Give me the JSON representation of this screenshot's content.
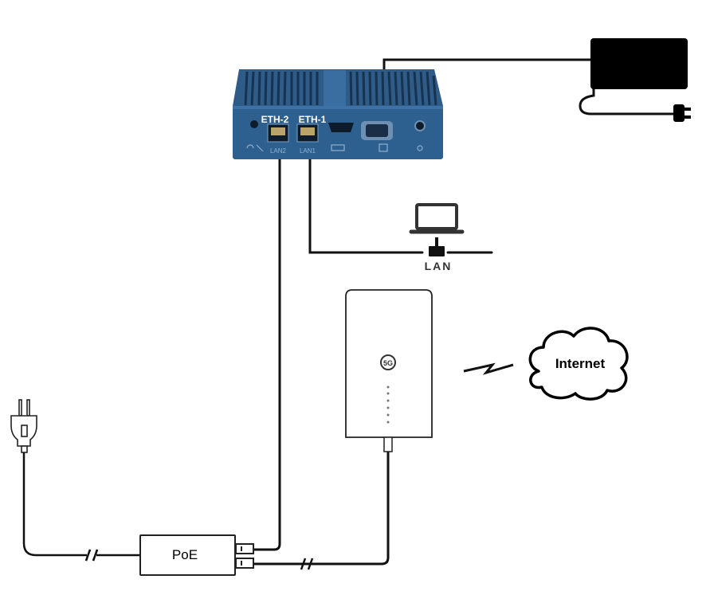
{
  "device": {
    "port_eth2": "ETH-2",
    "port_eth1": "ETH-1",
    "port_lan2_print": "LAN2",
    "port_lan1_print": "LAN1",
    "body_color": "#2d5f8f",
    "fin_color": "#1c3d5e"
  },
  "laptop": {
    "label": "LAN"
  },
  "router": {
    "badge": "5G",
    "indicator_dots": 6
  },
  "cloud": {
    "label": "Internet"
  },
  "poe": {
    "label": "PoE"
  },
  "colors": {
    "cable": "#111111",
    "line": "#000000"
  }
}
